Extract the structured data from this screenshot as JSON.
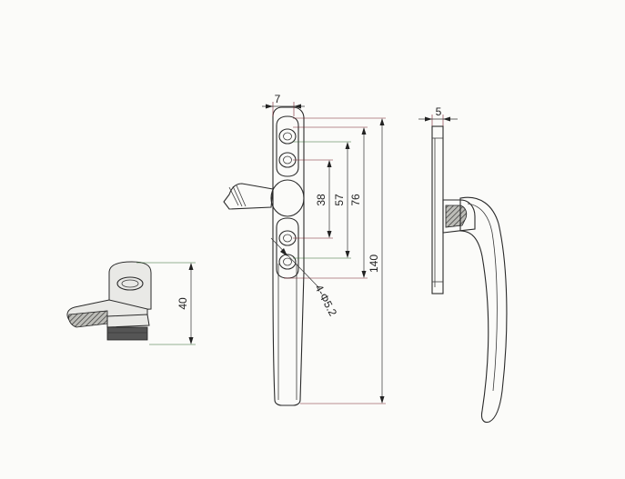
{
  "dimensions": {
    "d7": "7",
    "d5": "5",
    "d38": "38",
    "d57": "57",
    "d76": "76",
    "d140": "140",
    "d40": "40",
    "holes": "4-Φ5.2"
  },
  "colors": {
    "line": "#2a2a2a",
    "extension_red": "#7a1f2a",
    "extension_green": "#2e6b2e",
    "paper": "#fbfbf9"
  }
}
